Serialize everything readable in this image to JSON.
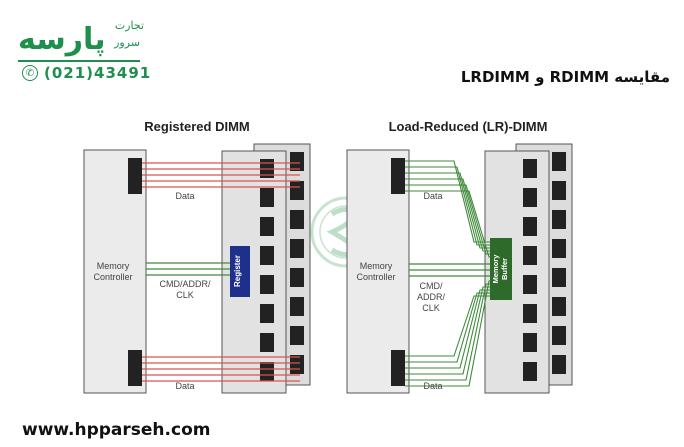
{
  "brand": {
    "name": "پارسه",
    "tagline_1": "تجارت",
    "tagline_2": "سرور",
    "phone": "(021)43491",
    "icon": "phone-icon",
    "color": "#1f8f4d"
  },
  "heading": "مقایسه RDIMM و LRDIMM",
  "website": "www.hpparseh.com",
  "diagram": {
    "left": {
      "title": "Registered DIMM",
      "controller_label_1": "Memory",
      "controller_label_2": "Controller",
      "data_top_label": "Data",
      "data_bottom_label": "Data",
      "cmd_label_1": "CMD/ADDR/",
      "cmd_label_2": "CLK",
      "chip_label": "Register",
      "chip_color": "#1e2f8c"
    },
    "right": {
      "title": "Load-Reduced (LR)-DIMM",
      "controller_label_1": "Memory",
      "controller_label_2": "Controller",
      "data_top_label": "Data",
      "data_bottom_label": "Data",
      "cmd_label_1": "CMD/",
      "cmd_label_2": "ADDR/",
      "cmd_label_3": "CLK",
      "chip_label_1": "Memory",
      "chip_label_2": "Buffer",
      "chip_color": "#2e6a2a"
    },
    "colors": {
      "data_line": "#d9534f",
      "cmd_line": "#3f8a3a",
      "panel_fill": "#ebebeb",
      "module_fill": "#dcdcdc",
      "memory_chip": "#222222"
    }
  }
}
